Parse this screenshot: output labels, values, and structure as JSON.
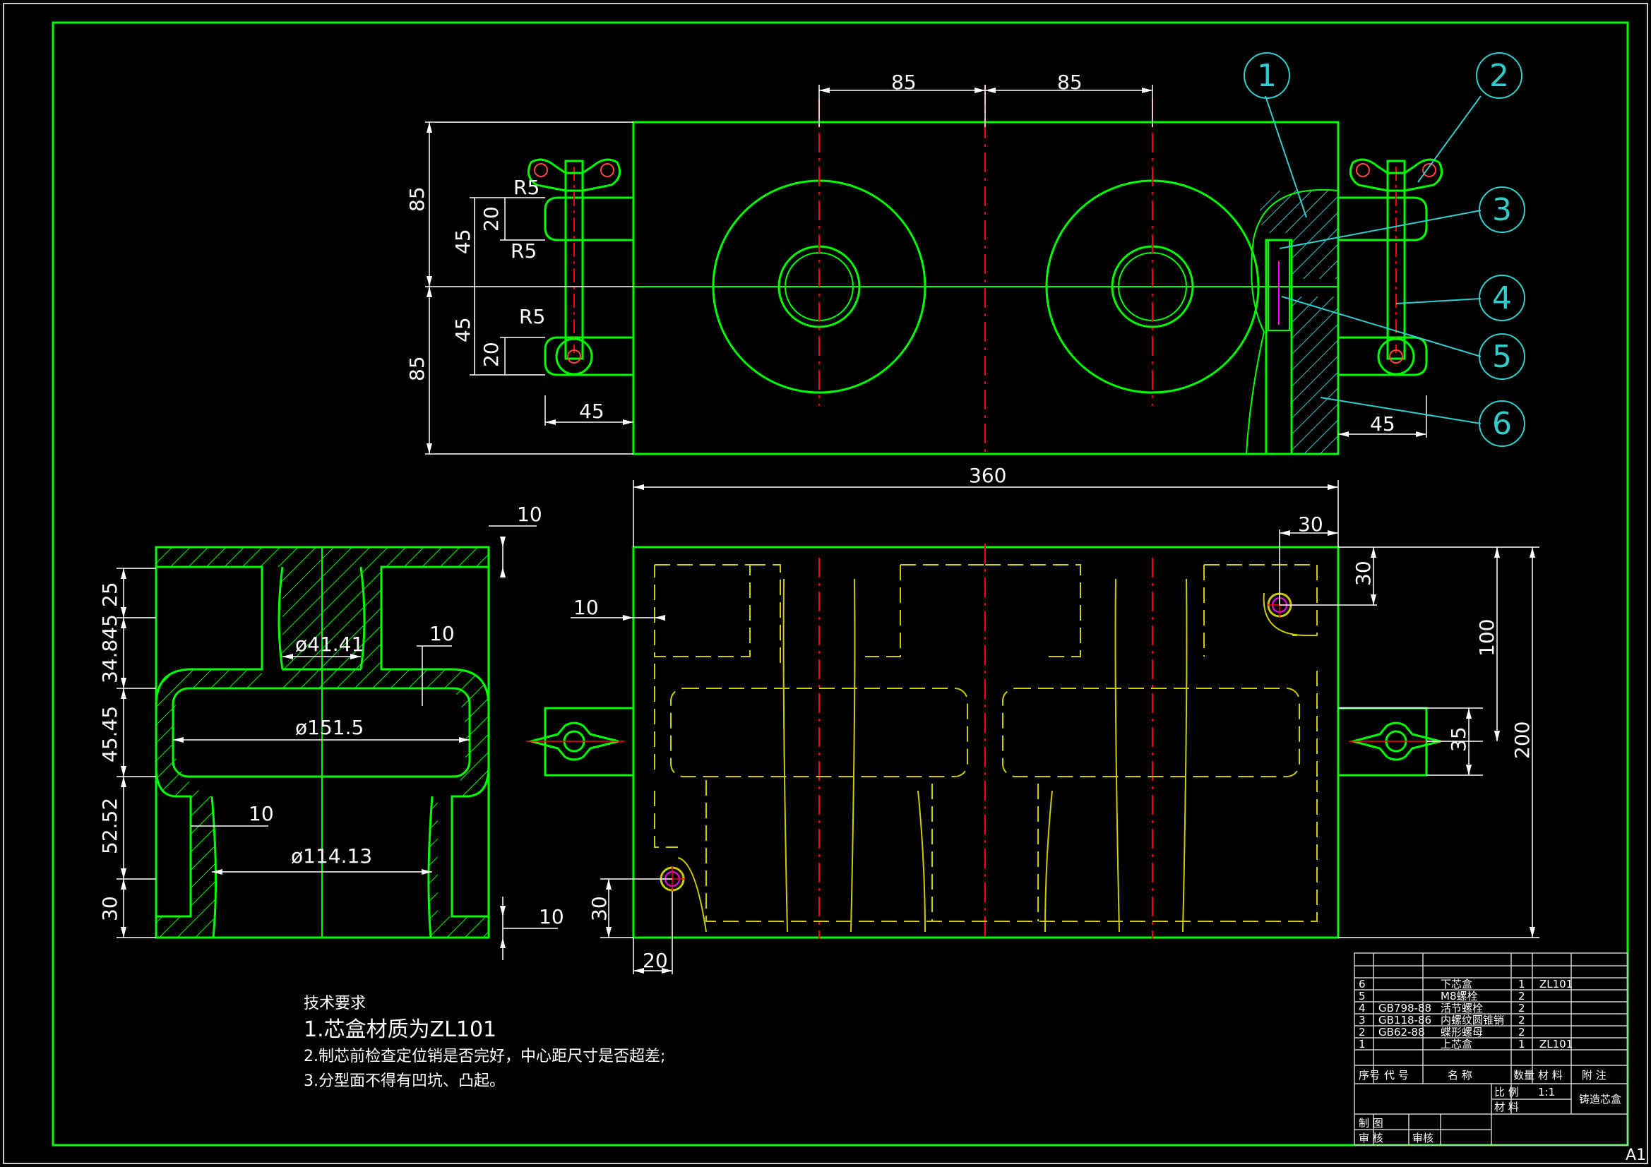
{
  "colors": {
    "background": "#000000",
    "outline": "#00ff00",
    "dimension": "#ffffff",
    "centerline": "#ff0000",
    "hidden": "#cccc00",
    "balloon": "#33cccc",
    "hatch": "#33cccc",
    "fastener": "#ff00ff"
  },
  "sheet": {
    "size_label": "A1"
  },
  "top_view": {
    "dims": {
      "center_left": "85",
      "center_right": "85",
      "height_upper": "85",
      "height_lower": "85",
      "lug_upper_45": "45",
      "lug_lower_45": "45",
      "lug_upper_20": "20",
      "lug_lower_20": "20",
      "radius_1": "R5",
      "radius_2": "R5",
      "radius_3": "R5",
      "lug_width_left": "45",
      "lug_width_right": "45"
    },
    "balloons": [
      "1",
      "2",
      "3",
      "4",
      "5",
      "6"
    ]
  },
  "front_view": {
    "dims": {
      "overall_length": "360",
      "pin_x": "30",
      "pin_y": "30",
      "height_100": "100",
      "height_35": "35",
      "height_200": "200",
      "wall_10": "10",
      "pin2_y": "30",
      "pin2_x": "20"
    }
  },
  "section_view": {
    "dims": {
      "top_10": "10",
      "h_25": "25",
      "h_34": "34.845",
      "h_45": "45.45",
      "h_52": "52.52",
      "h_30": "30",
      "dia_41": "ø41.41",
      "dia_151": "ø151.5",
      "dia_114": "ø114.13",
      "wall_10_a": "10",
      "wall_10_b": "10",
      "bottom_10": "10"
    }
  },
  "notes": {
    "title": "技术要求",
    "items": [
      "1.芯盒材质为ZL101",
      "2.制芯前检查定位销是否完好，中心距尺寸是否超差;",
      "3.分型面不得有凹坑、凸起。"
    ]
  },
  "title_block": {
    "rows": [
      {
        "no": "6",
        "code": "",
        "name": "下芯盒",
        "qty": "1",
        "material": "ZL101",
        "remark": ""
      },
      {
        "no": "5",
        "code": "",
        "name": "M8螺栓",
        "qty": "2",
        "material": "",
        "remark": ""
      },
      {
        "no": "4",
        "code": "GB798-88",
        "name": "活节螺栓",
        "qty": "2",
        "material": "",
        "remark": ""
      },
      {
        "no": "3",
        "code": "GB118-86",
        "name": "内螺纹圆锥销",
        "qty": "2",
        "material": "",
        "remark": ""
      },
      {
        "no": "2",
        "code": "GB62-88",
        "name": "蝶形螺母",
        "qty": "2",
        "material": "",
        "remark": ""
      },
      {
        "no": "1",
        "code": "",
        "name": "上芯盒",
        "qty": "1",
        "material": "ZL101",
        "remark": ""
      }
    ],
    "headers": [
      "序号",
      "代  号",
      "名    称",
      "数量",
      "材  料",
      "附  注"
    ],
    "scale_label": "比 例",
    "scale_value": "1:1",
    "material_label": "材 料",
    "drawing_name": "铸造芯盒",
    "drawn_label": "制 图",
    "checked_label": "审 核",
    "school": "审核"
  }
}
